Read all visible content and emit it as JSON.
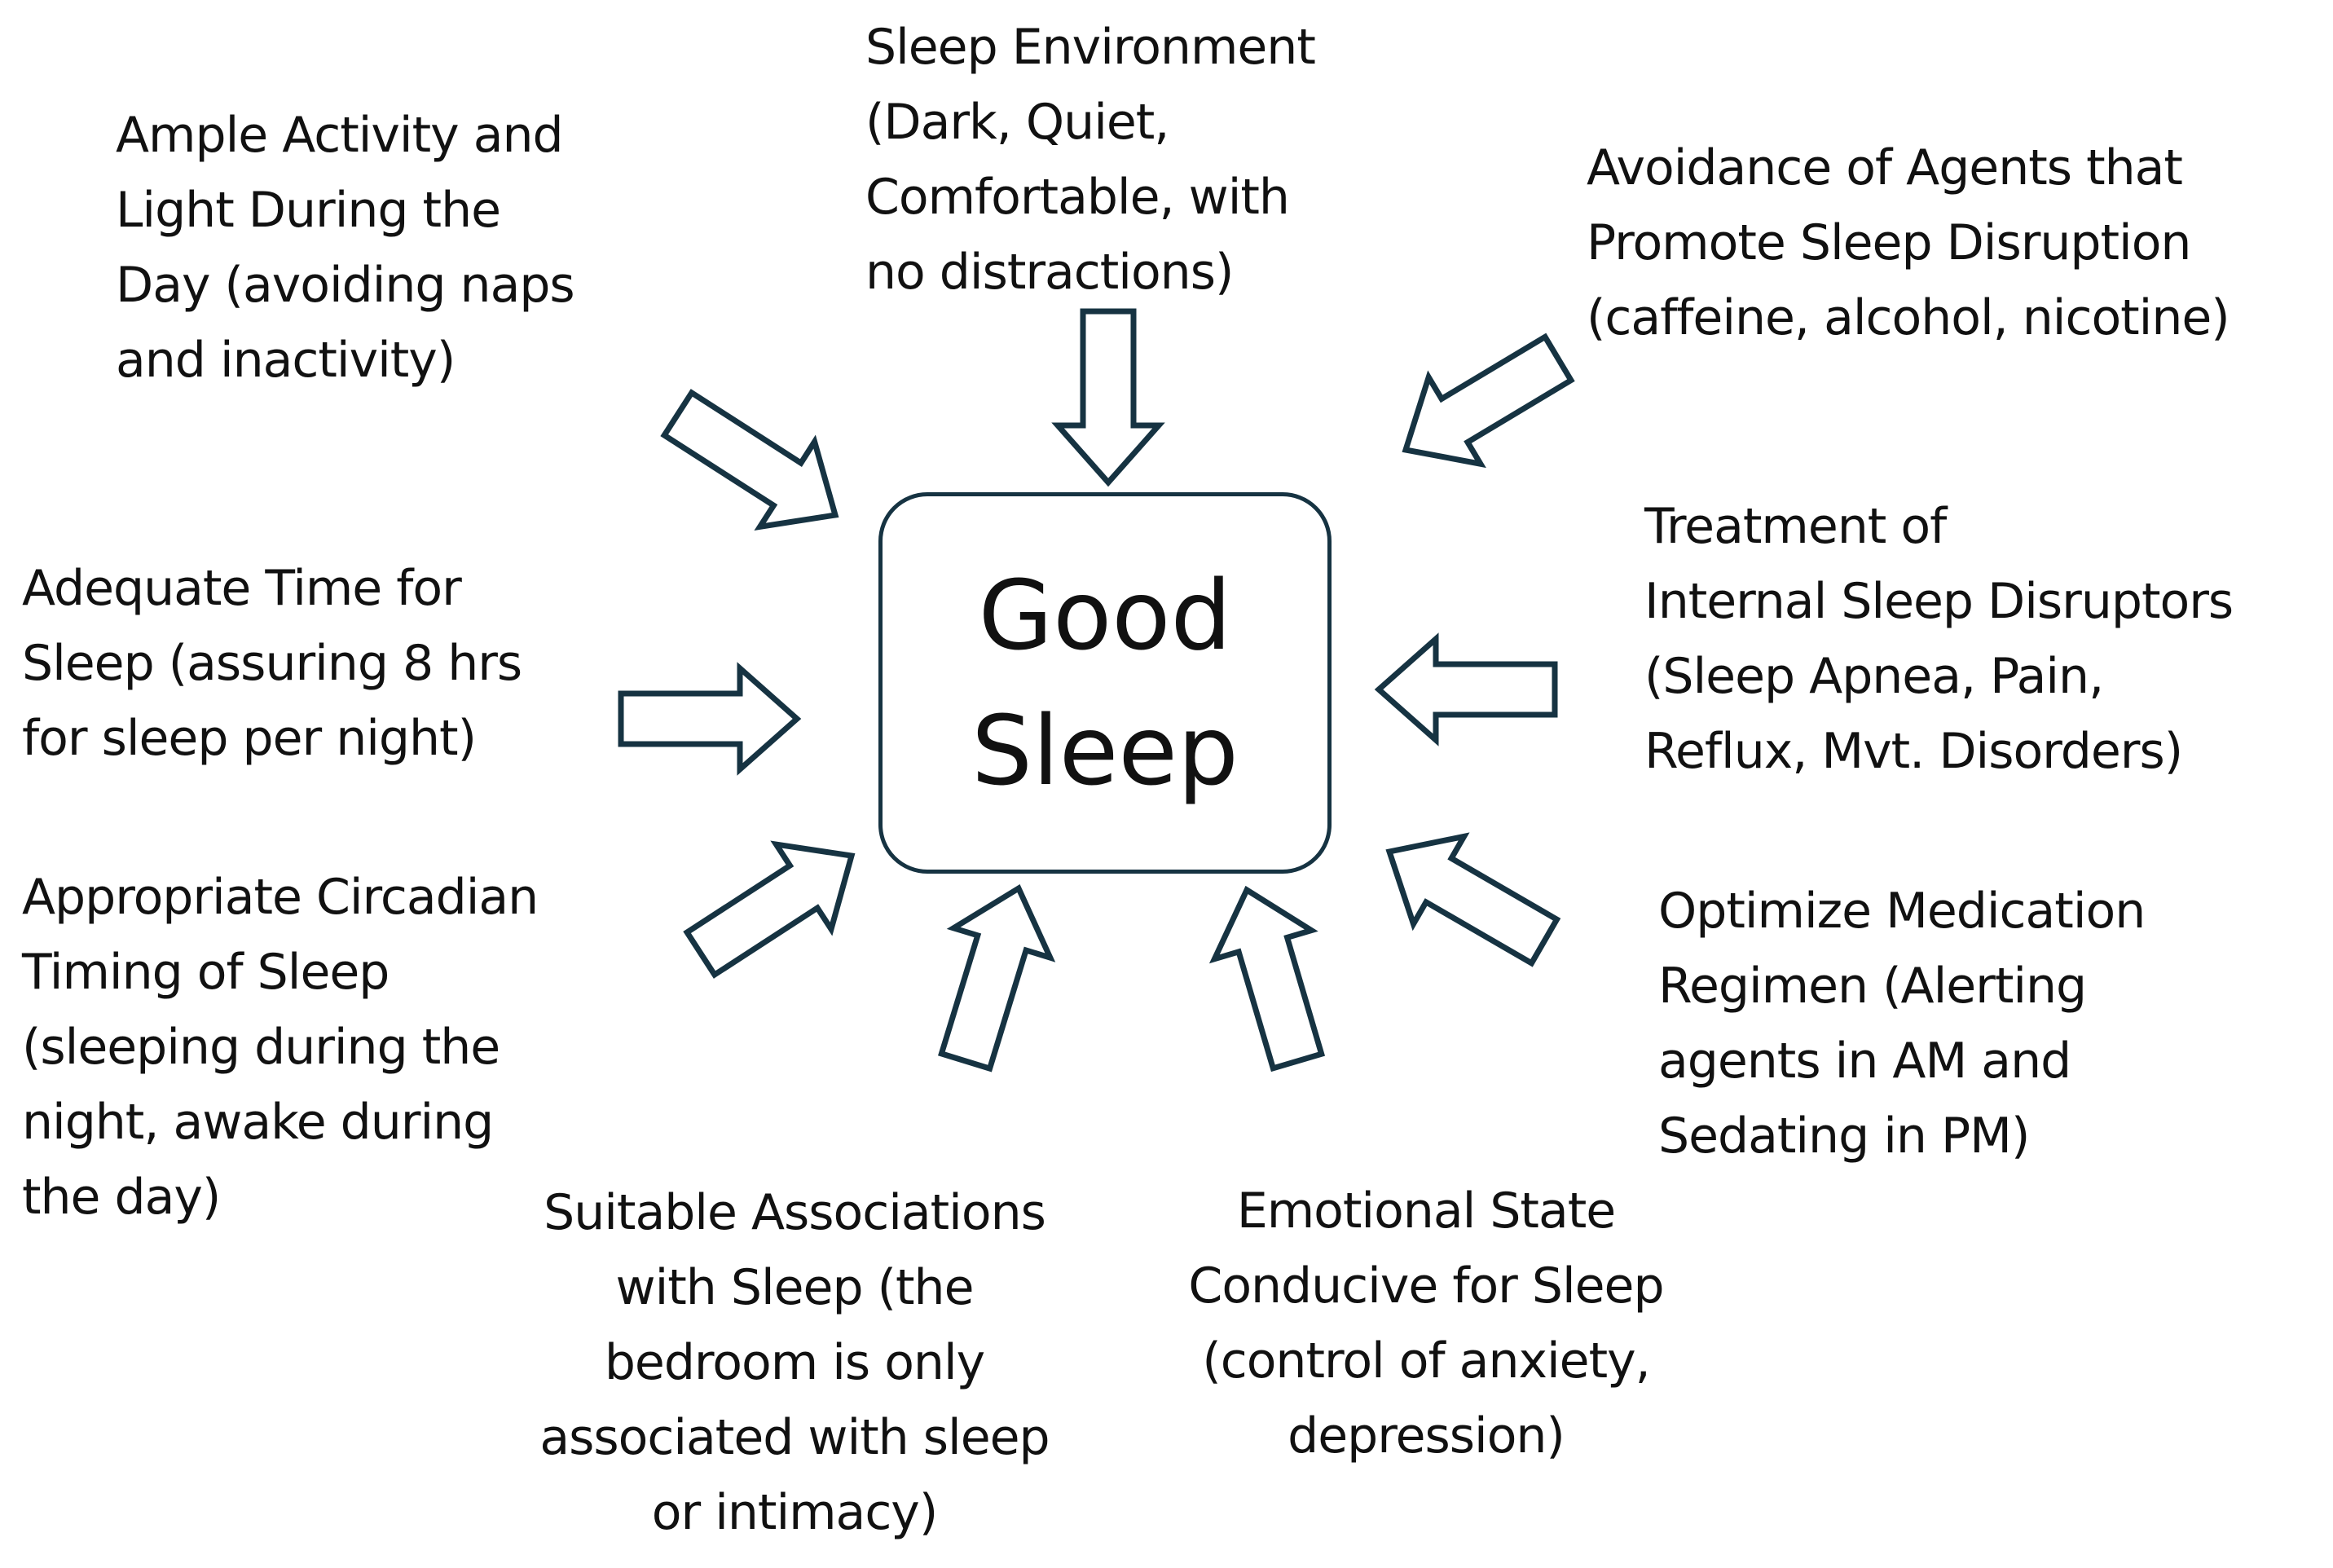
{
  "center": {
    "title_lines": [
      "Good",
      "Sleep"
    ]
  },
  "factors": [
    {
      "id": "ample-activity",
      "lines": [
        "Ample Activity and",
        "Light  During the",
        "Day (avoiding naps",
        "and inactivity)"
      ]
    },
    {
      "id": "sleep-environment",
      "lines": [
        "Sleep Environment",
        "(Dark, Quiet,",
        "Comfortable, with",
        "no distractions)"
      ]
    },
    {
      "id": "avoidance-agents",
      "lines": [
        "Avoidance of  Agents that",
        "Promote Sleep Disruption",
        "(caffeine, alcohol, nicotine)"
      ]
    },
    {
      "id": "adequate-time",
      "lines": [
        "Adequate Time for",
        "Sleep (assuring 8 hrs",
        "for sleep per night)"
      ]
    },
    {
      "id": "internal-disruptors",
      "lines": [
        "Treatment of",
        "Internal Sleep Disruptors",
        "(Sleep Apnea, Pain,",
        "Reflux, Mvt. Disorders)"
      ]
    },
    {
      "id": "circadian-timing",
      "lines": [
        "Appropriate Circadian",
        "Timing of Sleep",
        "(sleeping during the",
        "night, awake during",
        "the day)"
      ]
    },
    {
      "id": "medication-regimen",
      "lines": [
        "Optimize Medication",
        "Regimen (Alerting",
        "agents in AM and",
        "Sedating in PM)"
      ]
    },
    {
      "id": "suitable-associations",
      "lines": [
        "Suitable Associations",
        "with Sleep (the",
        "bedroom is only",
        "associated with sleep",
        "or intimacy)"
      ]
    },
    {
      "id": "emotional-state",
      "lines": [
        "Emotional State",
        "Conducive for Sleep",
        "(control of anxiety,",
        "depression)"
      ]
    }
  ],
  "colors": {
    "outline": "#163342",
    "text": "#111111",
    "background": "#ffffff"
  }
}
